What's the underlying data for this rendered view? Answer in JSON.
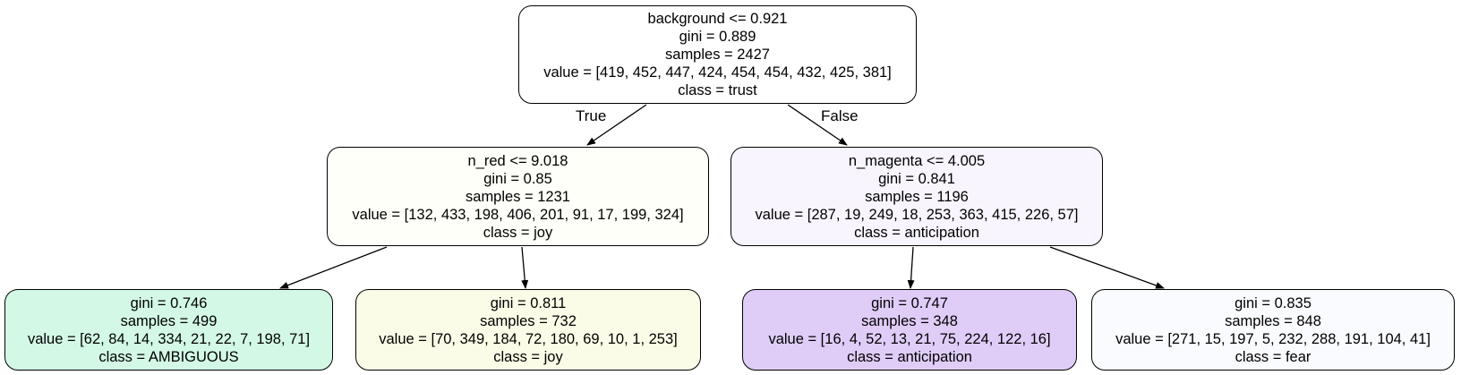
{
  "nodes": {
    "root": {
      "fill": "#ffffff",
      "lines": [
        "background <= 0.921",
        "gini = 0.889",
        "samples = 2427",
        "value = [419, 452, 447, 424, 454, 454, 432, 425, 381]",
        "class = trust"
      ]
    },
    "left": {
      "fill": "#fefff8",
      "lines": [
        "n_red <= 9.018",
        "gini = 0.85",
        "samples = 1231",
        "value = [132, 433, 198, 406, 201, 91, 17, 199, 324]",
        "class = joy"
      ]
    },
    "right": {
      "fill": "#f8f5fe",
      "lines": [
        "n_magenta <= 4.005",
        "gini = 0.841",
        "samples = 1196",
        "value = [287, 19, 249, 18, 253, 363, 415, 226, 57]",
        "class = anticipation"
      ]
    },
    "ll": {
      "fill": "#d3f9e6",
      "lines": [
        "gini = 0.746",
        "samples = 499",
        "value = [62, 84, 14, 334, 21, 22, 7, 198, 71]",
        "class = AMBIGUOUS"
      ]
    },
    "lr": {
      "fill": "#fbfce7",
      "lines": [
        "gini = 0.811",
        "samples = 732",
        "value = [70, 349, 184, 72, 180, 69, 10, 1, 253]",
        "class = joy"
      ]
    },
    "rl": {
      "fill": "#dfcdf8",
      "lines": [
        "gini = 0.747",
        "samples = 348",
        "value = [16, 4, 52, 13, 21, 75, 224, 122, 16]",
        "class = anticipation"
      ]
    },
    "rr": {
      "fill": "#fafbfe",
      "lines": [
        "gini = 0.835",
        "samples = 848",
        "value = [271, 15, 197, 5, 232, 288, 191, 104, 41]",
        "class = fear"
      ]
    }
  },
  "edge_labels": {
    "true_label": "True",
    "false_label": "False"
  },
  "colors": {
    "stroke": "#000000"
  }
}
